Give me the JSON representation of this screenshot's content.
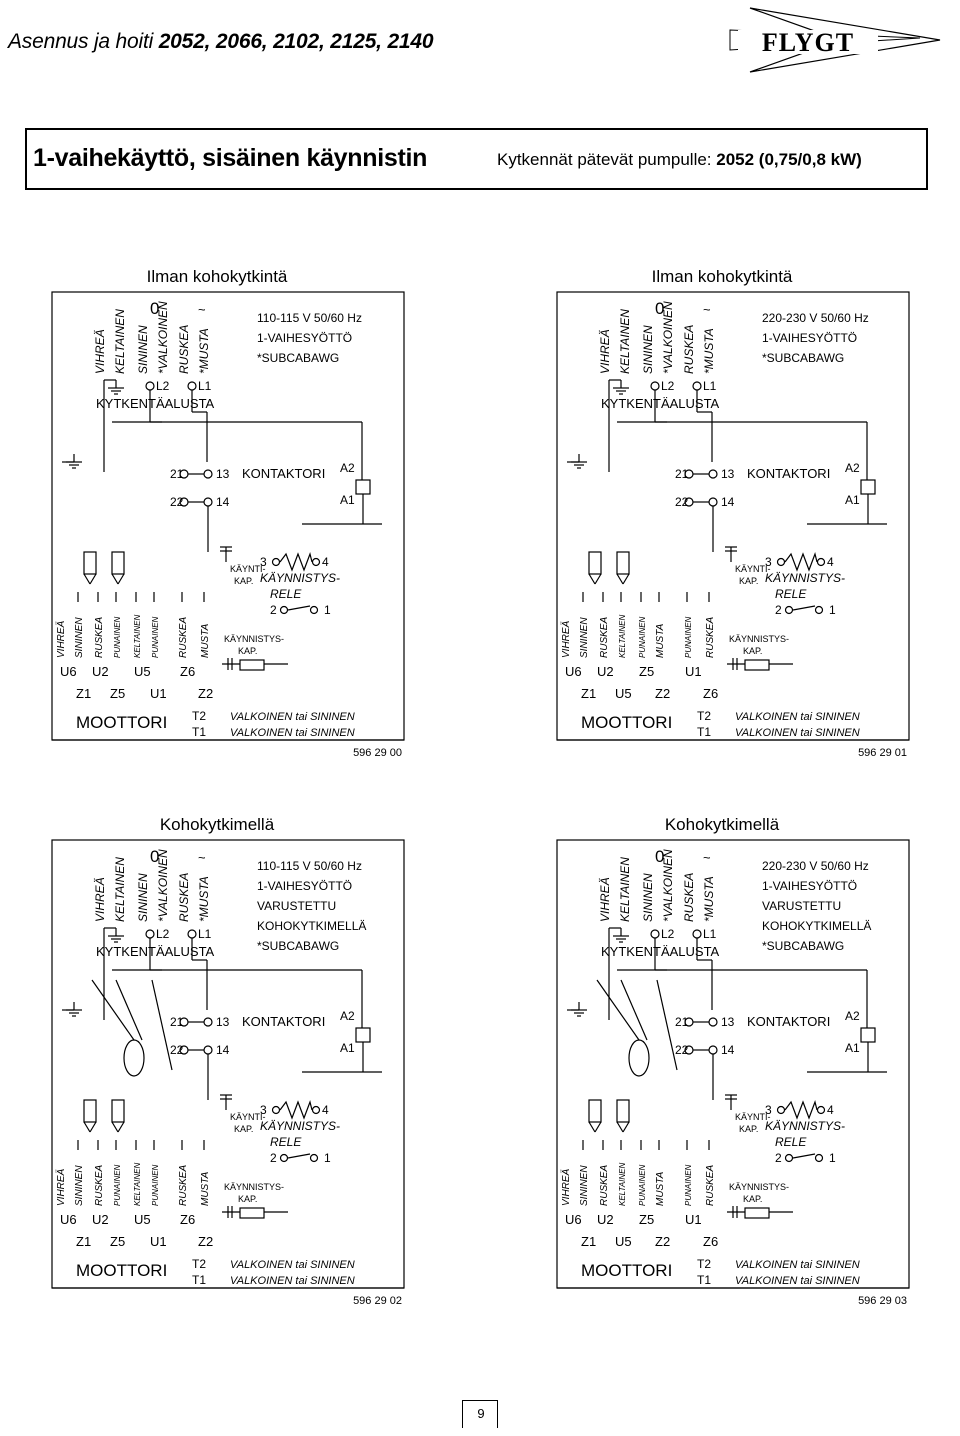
{
  "header": {
    "title_prefix": "Asennus ja hoiti ",
    "title_models": "2052, 2066, 2102, 2125, 2140",
    "logo_text": "FLYGT"
  },
  "section": {
    "title": "1-vaihekäyttö, sisäinen käynnistin",
    "subtitle_prefix": "Kytkennät pätevät pumpulle: ",
    "subtitle_value": "2052 (0,75/0,8 kW)"
  },
  "diagrams": [
    {
      "heading": "Ilman kohokytkintä",
      "spec": [
        "110-115 V 50/60 Hz",
        "1-VAIHESYÖTTÖ",
        "*SUBCABAWG"
      ],
      "code": "596 29 00"
    },
    {
      "heading": "Ilman kohokytkintä",
      "spec": [
        "220-230 V 50/60 Hz",
        "1-VAIHESYÖTTÖ",
        "*SUBCABAWG"
      ],
      "code": "596 29 01"
    },
    {
      "heading": "Kohokytkimellä",
      "spec": [
        "110-115 V 50/60 Hz",
        "1-VAIHESYÖTTÖ",
        "VARUSTETTU",
        "KOHOKYTKIMELLÄ",
        "*SUBCABAWG"
      ],
      "code": "596 29 02"
    },
    {
      "heading": "Kohokytkimellä",
      "spec": [
        "220-230 V 50/60 Hz",
        "1-VAIHESYÖTTÖ",
        "VARUSTETTU",
        "KOHOKYTKIMELLÄ",
        "*SUBCABAWG"
      ],
      "code": "596 29 03"
    }
  ],
  "common": {
    "terminal_wires": [
      "VIHREÄ",
      "KELTAINEN",
      "SININEN",
      "*VALKOINEN",
      "RUSKEA",
      "*MUSTA"
    ],
    "zero": "0",
    "tilde": "~",
    "l2": "L2",
    "l1": "L1",
    "terminal_block": "KYTKENTÄALUSTA",
    "contactor": "KONTAKTORI",
    "c21": "21",
    "c13": "13",
    "c22": "22",
    "c14": "14",
    "a2": "A2",
    "a1": "A1",
    "run_cap_1": "KÄYNTI-",
    "run_cap_2": "KAP.",
    "relay_1": "KÄYNNISTYS-",
    "relay_2": "RELE",
    "start_cap_1": "KÄYNNISTYS-",
    "start_cap_2": "KAP.",
    "r3": "3",
    "r4": "4",
    "r2": "2",
    "r1": "1",
    "motor": "MOOTTORI",
    "t2": "T2",
    "t1": "T1",
    "t_wire": "VALKOINEN tai SININEN",
    "motor_wires_a": [
      "VIHREÄ",
      "SININEN",
      "RUSKEA",
      "PUNAINEN",
      "KELTAINEN",
      "PUNAINEN",
      "RUSKEA",
      "MUSTA"
    ],
    "motor_wires_b": [
      "VIHREÄ",
      "SININEN",
      "RUSKEA",
      "KELTAINEN",
      "PUNAINEN",
      "MUSTA",
      "PUNAINEN",
      "RUSKEA"
    ],
    "motor_terms_a1": [
      "U6",
      "U2",
      "U5",
      "Z6"
    ],
    "motor_terms_a2": [
      "Z1",
      "Z5",
      "U1",
      "Z2"
    ],
    "motor_terms_b1": [
      "U6",
      "U2",
      "Z5",
      "U1"
    ],
    "motor_terms_b2": [
      "Z1",
      "U5",
      "Z2",
      "Z6"
    ]
  },
  "page_number": "9"
}
